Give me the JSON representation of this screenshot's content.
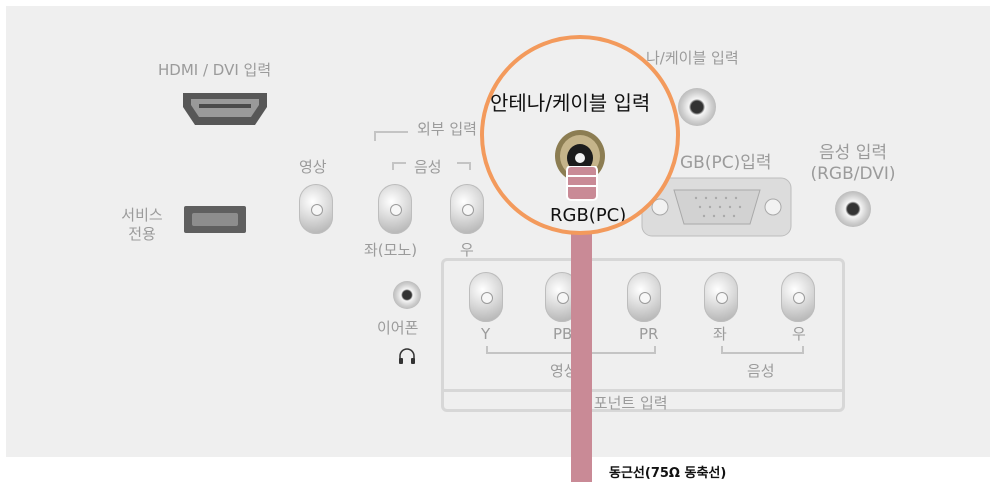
{
  "labels": {
    "hdmi_dvi": "HDMI / DVI 입력",
    "external_input": "외부 입력",
    "video": "영상",
    "audio": "음성",
    "service_line1": "서비스",
    "service_line2": "전용",
    "left_mono": "좌(모노)",
    "right": "우",
    "earphone": "이어폰",
    "antenna_partial": "나/케이블 입력",
    "rgb_pc_partial": "GB(PC)입력",
    "audio_input_line1": "음성 입력",
    "audio_input_line2": "(RGB/DVI)",
    "rgb_pc_behind": "RGB(PC)"
  },
  "component": {
    "labels": [
      "Y",
      "PB",
      "PR",
      "좌",
      "우"
    ],
    "video": "영상",
    "audio": "음성",
    "title": "컴포넌트 입력"
  },
  "callout": {
    "title": "안테나/케이블 입력"
  },
  "caption": "동근선(75Ω 동축선)",
  "colors": {
    "panel": "#efefef",
    "label": "#9b9b9b",
    "callout_border": "#f39a5c",
    "cable": "#c98a96"
  },
  "icons": {
    "earphone": "headphone-icon"
  }
}
